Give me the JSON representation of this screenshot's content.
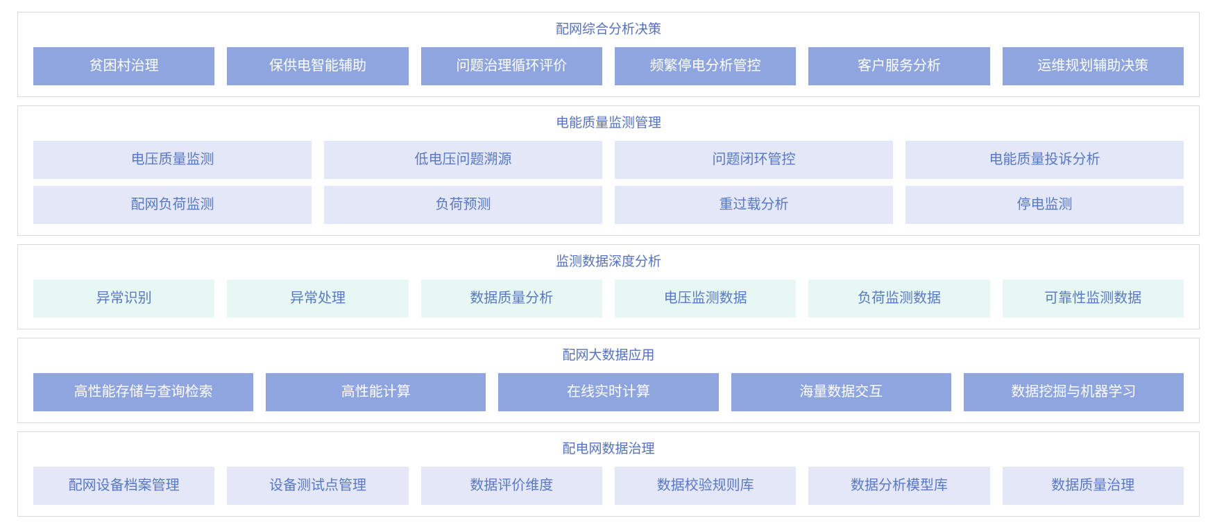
{
  "colors": {
    "solid_button_bg": "#8ea5e0",
    "solid_button_text": "#ffffff",
    "lavender_button_bg": "#e3e7f8",
    "mint_button_bg": "#e6f7f4",
    "light_button_text": "#5878ca",
    "title_text": "#5571c5",
    "panel_border": "#d9d9d9"
  },
  "sections": [
    {
      "id": "distribution-analysis-decision",
      "title": "配网综合分析决策",
      "style": "solid",
      "rows": [
        [
          "贫困村治理",
          "保供电智能辅助",
          "问题治理循环评价",
          "频繁停电分析管控",
          "客户服务分析",
          "运维规划辅助决策"
        ]
      ]
    },
    {
      "id": "power-quality-monitoring",
      "title": "电能质量监测管理",
      "style": "lavender",
      "rows": [
        [
          "电压质量监测",
          "低电压问题溯源",
          "问题闭环管控",
          "电能质量投诉分析"
        ],
        [
          "配网负荷监测",
          "负荷预测",
          "重过载分析",
          "停电监测"
        ]
      ]
    },
    {
      "id": "monitoring-data-deep-analysis",
      "title": "监测数据深度分析",
      "style": "mint",
      "rows": [
        [
          "异常识别",
          "异常处理",
          "数据质量分析",
          "电压监测数据",
          "负荷监测数据",
          "可靠性监测数据"
        ]
      ]
    },
    {
      "id": "distribution-big-data-application",
      "title": "配网大数据应用",
      "style": "solid",
      "rows": [
        [
          "高性能存储与查询检索",
          "高性能计算",
          "在线实时计算",
          "海量数据交互",
          "数据挖掘与机器学习"
        ]
      ]
    },
    {
      "id": "distribution-network-data-governance",
      "title": "配电网数据治理",
      "style": "lavender",
      "rows": [
        [
          "配网设备档案管理",
          "设备测试点管理",
          "数据评价维度",
          "数据校验规则库",
          "数据分析模型库",
          "数据质量治理"
        ]
      ]
    }
  ]
}
